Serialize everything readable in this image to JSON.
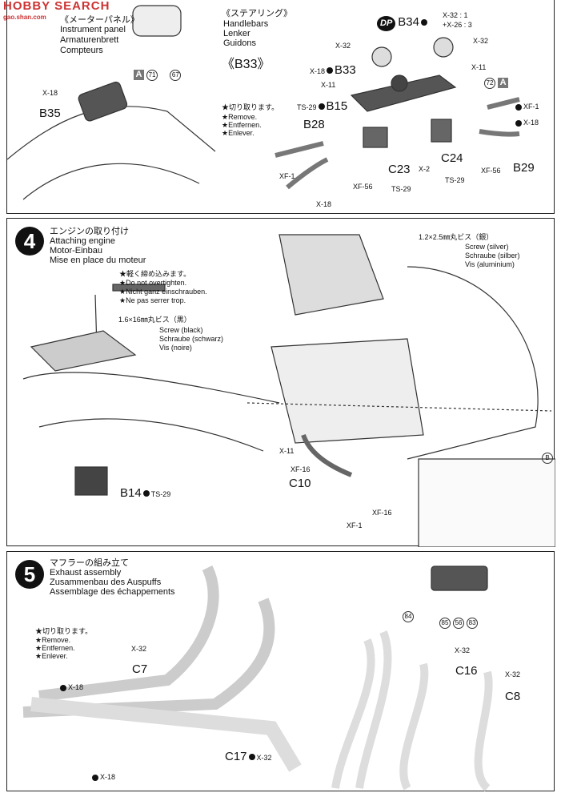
{
  "watermark": {
    "text": "HOBBY SEARCH",
    "sub": "gao.shan.com"
  },
  "panel3": {
    "instrument": {
      "jp": "《メーターパネル》",
      "en": "Instrument panel",
      "de": "Armaturenbrett",
      "fr": "Compteurs"
    },
    "gauge_parts": {
      "sprue": "A",
      "a": "71",
      "b": "67"
    },
    "b35": {
      "paint": "X-18",
      "part": "B35"
    },
    "handlebars": {
      "jp": "《ステアリング》",
      "en": "Handlebars",
      "de": "Lenker",
      "fr": "Guidons"
    },
    "b33_title": "《B33》",
    "remove": {
      "jp": "★切り取ります。",
      "en": "★Remove.",
      "de": "★Entfernen.",
      "fr": "★Enlever."
    },
    "labels": {
      "dp": "DP",
      "b34": "B34",
      "b34_paint1": "X-32 : 1",
      "b34_paint2": "+X-26 : 3",
      "x32_left": "X-32",
      "x32_right": "X-32",
      "b33_paint": "X-18",
      "b33": "B33",
      "x11_left": "X-11",
      "x11_right": "X-11",
      "part72": "72",
      "sprue72": "A",
      "b15_paint": "TS-29",
      "b15": "B15",
      "b28": "B28",
      "xf1_left": "XF-1",
      "xf56_left": "XF-56",
      "x18_bottom": "X-18",
      "c23": "C23",
      "c23_paint": "TS-29",
      "x2": "X-2",
      "c24": "C24",
      "c24_paint": "TS-29",
      "xf1_right": "XF-1",
      "x18_right": "X-18",
      "xf56_right": "XF-56",
      "b29": "B29"
    }
  },
  "panel4": {
    "step": "4",
    "title": {
      "jp": "エンジンの取り付け",
      "en": "Attaching engine",
      "de": "Motor-Einbau",
      "fr": "Mise en place du moteur"
    },
    "note": {
      "jp": "★軽く締め込みます。",
      "en": "★Do not overtighten.",
      "de": "★Nicht ganz einschrauben.",
      "fr": "★Ne pas serrer trop."
    },
    "screw_black": {
      "size": "1.6×16㎜丸ビス（黒）",
      "en": "Screw (black)",
      "de": "Schraube (schwarz)",
      "fr": "Vis (noire)"
    },
    "screw_silver": {
      "size": "1.2×2.5㎜丸ビス（銀）",
      "en": "Screw (silver)",
      "de": "Schraube (silber)",
      "fr": "Vis (aluminium)"
    },
    "labels": {
      "b14": "B14",
      "b14_paint": "TS-29",
      "x11": "X-11",
      "xf16_left": "XF-16",
      "c10": "C10",
      "xf1": "XF-1",
      "xf16_right": "XF-16",
      "inset": "B"
    }
  },
  "panel5": {
    "step": "5",
    "title": {
      "jp": "マフラーの組み立て",
      "en": "Exhaust assembly",
      "de": "Zusammenbau des Auspuffs",
      "fr": "Assemblage des échappements"
    },
    "remove": {
      "jp": "★切り取ります。",
      "en": "★Remove.",
      "de": "★Entfernen.",
      "fr": "★Enlever."
    },
    "labels": {
      "x18_top": "X-18",
      "c7_paint": "X-32",
      "c7": "C7",
      "c17": "C17",
      "c17_paint": "X-32",
      "x18_bottom": "X-18",
      "c16_paint": "X-32",
      "c16": "C16",
      "c8_paint": "X-32",
      "c8": "C8",
      "decal84": "84",
      "decal85": "85",
      "decal56": "56",
      "decal83": "83"
    }
  }
}
